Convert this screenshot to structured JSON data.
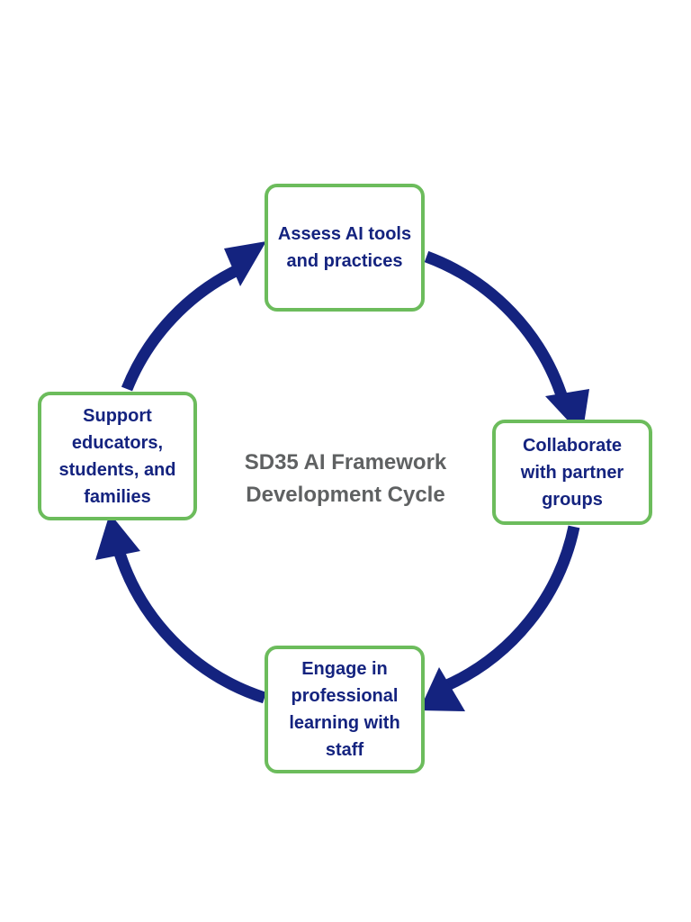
{
  "title": "SD35 AI Framework\nDevelopment Cycle",
  "steps": {
    "assess": "Assess AI tools\nand practices",
    "collaborate": "Collaborate\nwith partner\ngroups",
    "engage": "Engage in\nprofessional\nlearning with\nstaff",
    "support": "Support\neducators,\nstudents, and\nfamilies"
  },
  "colors": {
    "arrow": "#14237f",
    "box_border": "#6cbc5c",
    "step_text": "#14237f",
    "title_text": "#5f6162"
  },
  "icons": [
    "arrow-assess-to-collaborate",
    "arrow-collaborate-to-engage",
    "arrow-engage-to-support",
    "arrow-support-to-assess"
  ]
}
